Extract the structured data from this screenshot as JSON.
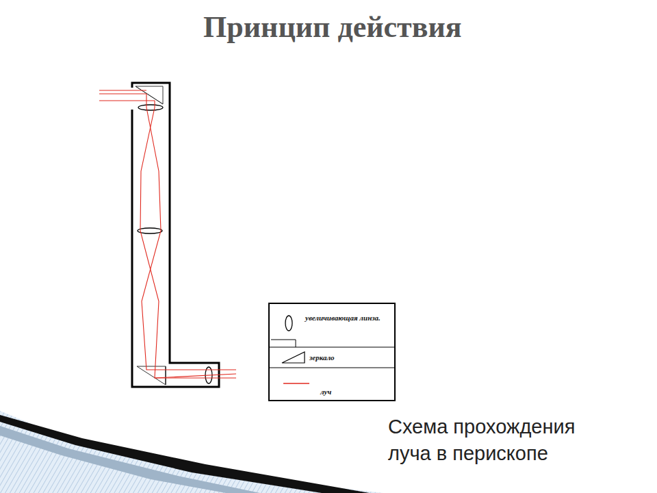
{
  "diagram": {
    "title": "Принцип действия",
    "caption": "Схема прохождения луча в перископе",
    "legend": [
      {
        "text": "увеличивающая линза."
      },
      {
        "text": "зеркало"
      },
      {
        "text": "луч"
      }
    ]
  }
}
